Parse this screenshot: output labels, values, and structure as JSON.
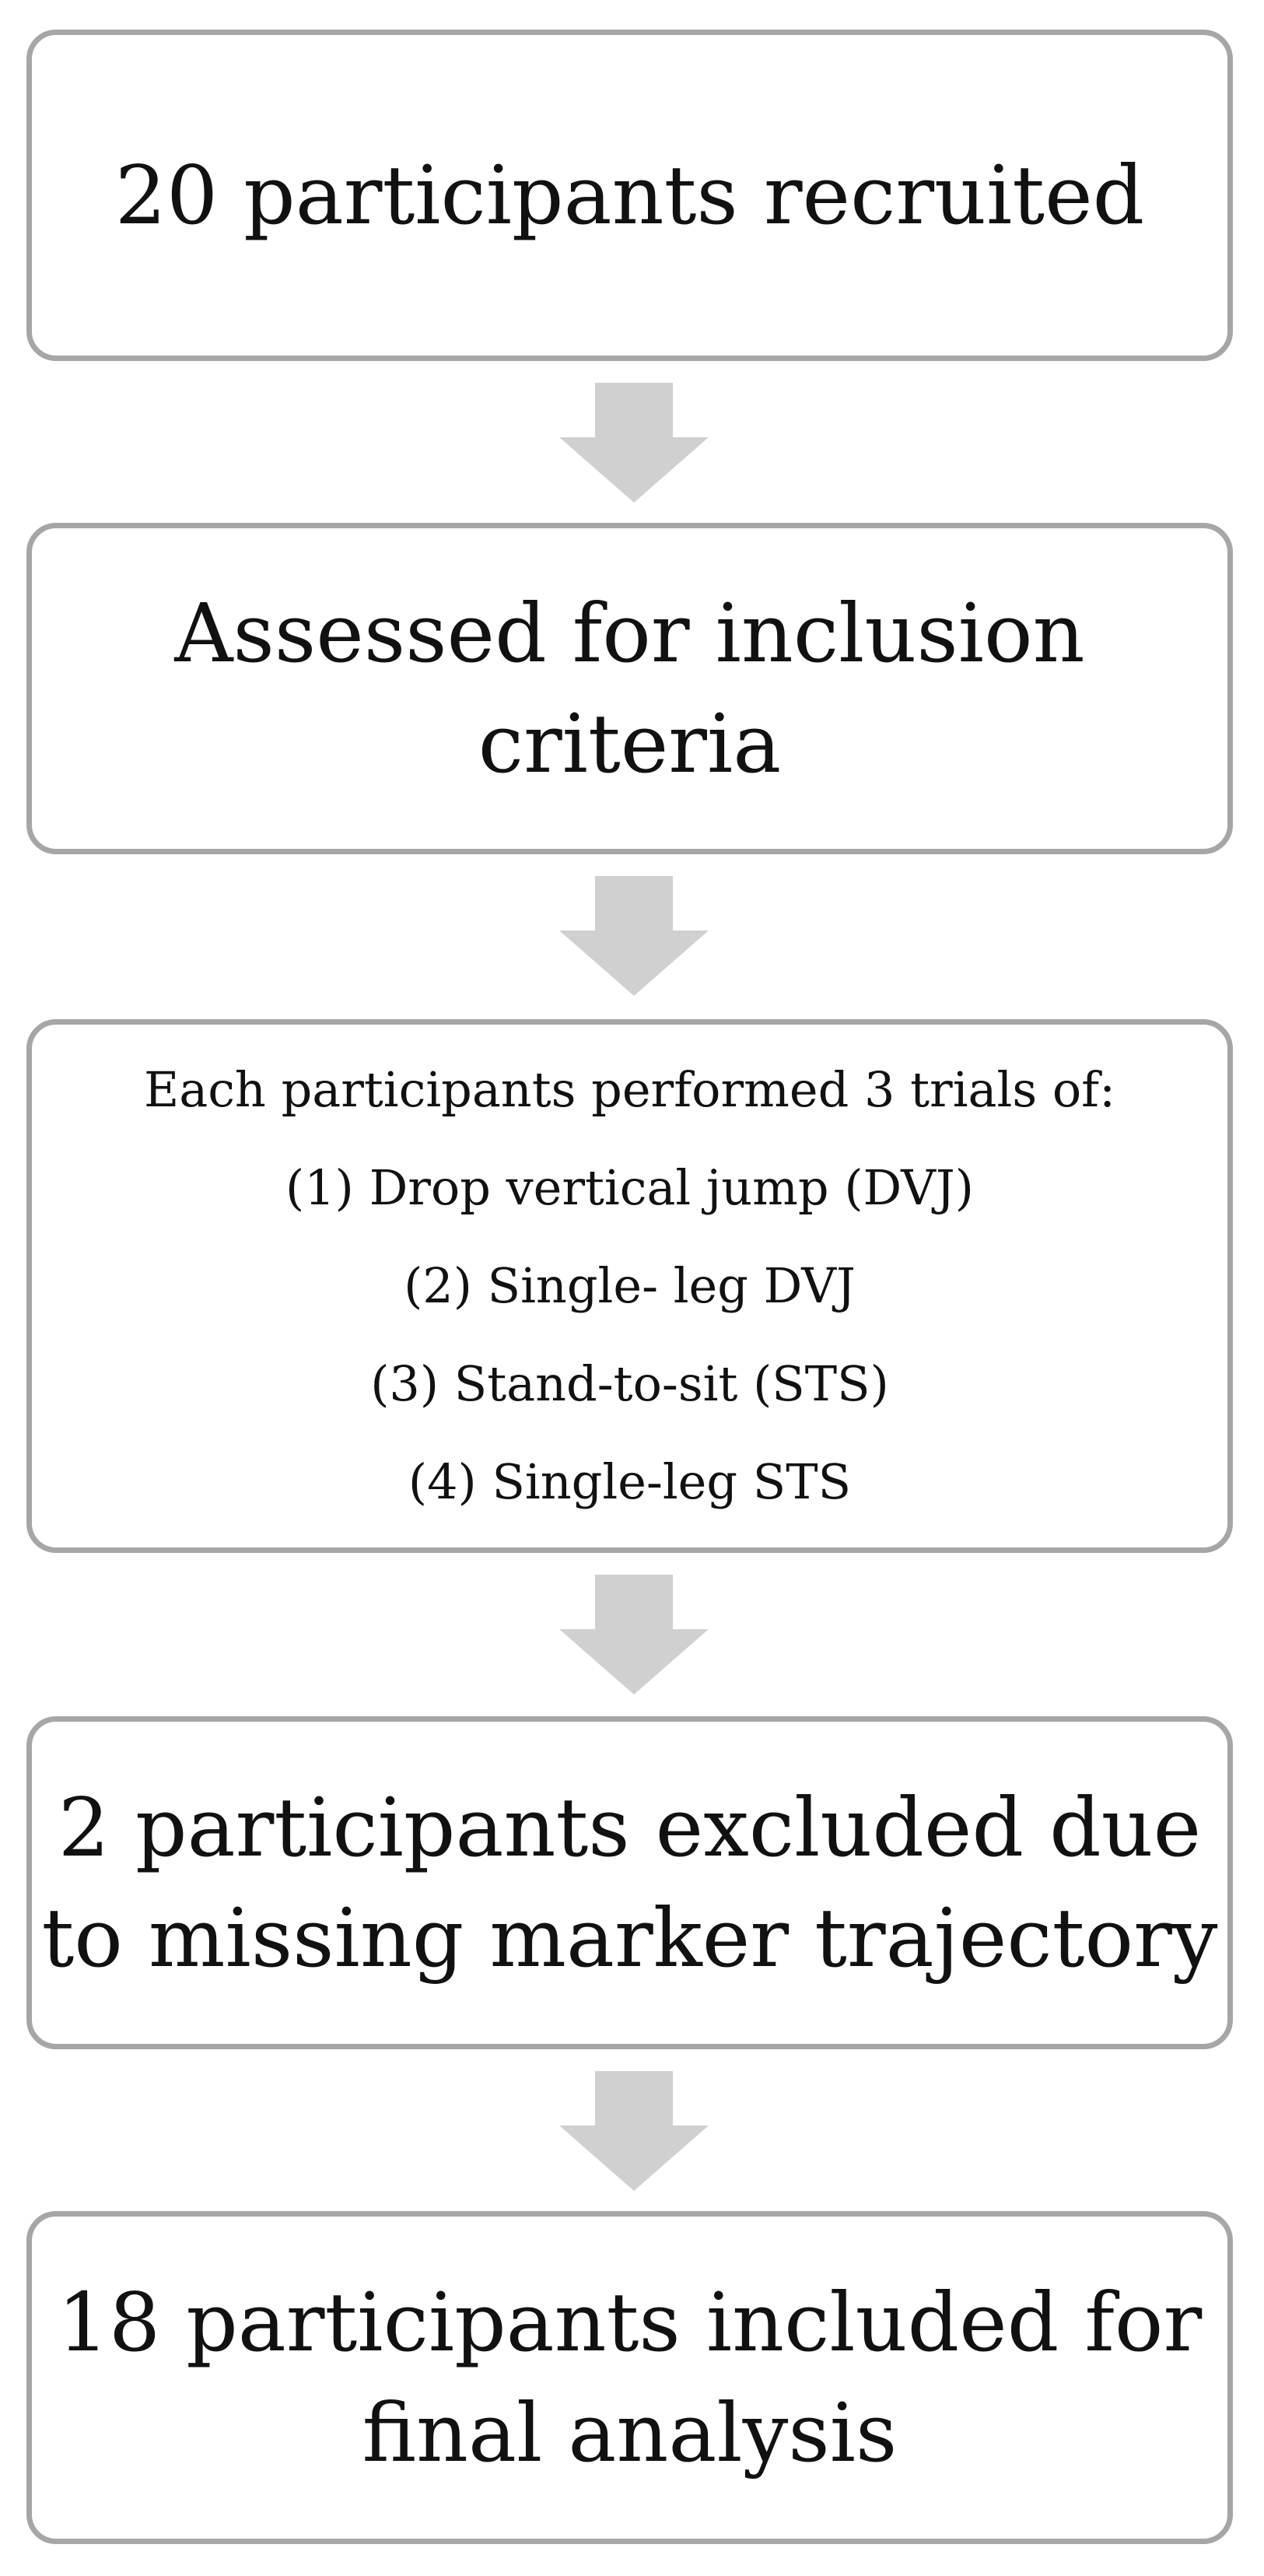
{
  "diagram": {
    "boxes": [
      {
        "lines": [
          "20 participants recruited"
        ]
      },
      {
        "lines": [
          "Assessed for inclusion",
          "criteria"
        ]
      },
      {
        "lines": [
          "Each participants performed 3 trials of:",
          "(1) Drop vertical jump (DVJ)",
          "(2) Single- leg DVJ",
          "(3) Stand-to-sit (STS)",
          "(4) Single-leg STS"
        ]
      },
      {
        "lines": [
          "2 participants excluded due",
          "to missing marker trajectory"
        ]
      },
      {
        "lines": [
          "18 participants included for",
          "final analysis"
        ]
      }
    ],
    "colors": {
      "border": "#a6a6a6",
      "arrow": "#d0d0d0",
      "text": "#111111"
    }
  }
}
